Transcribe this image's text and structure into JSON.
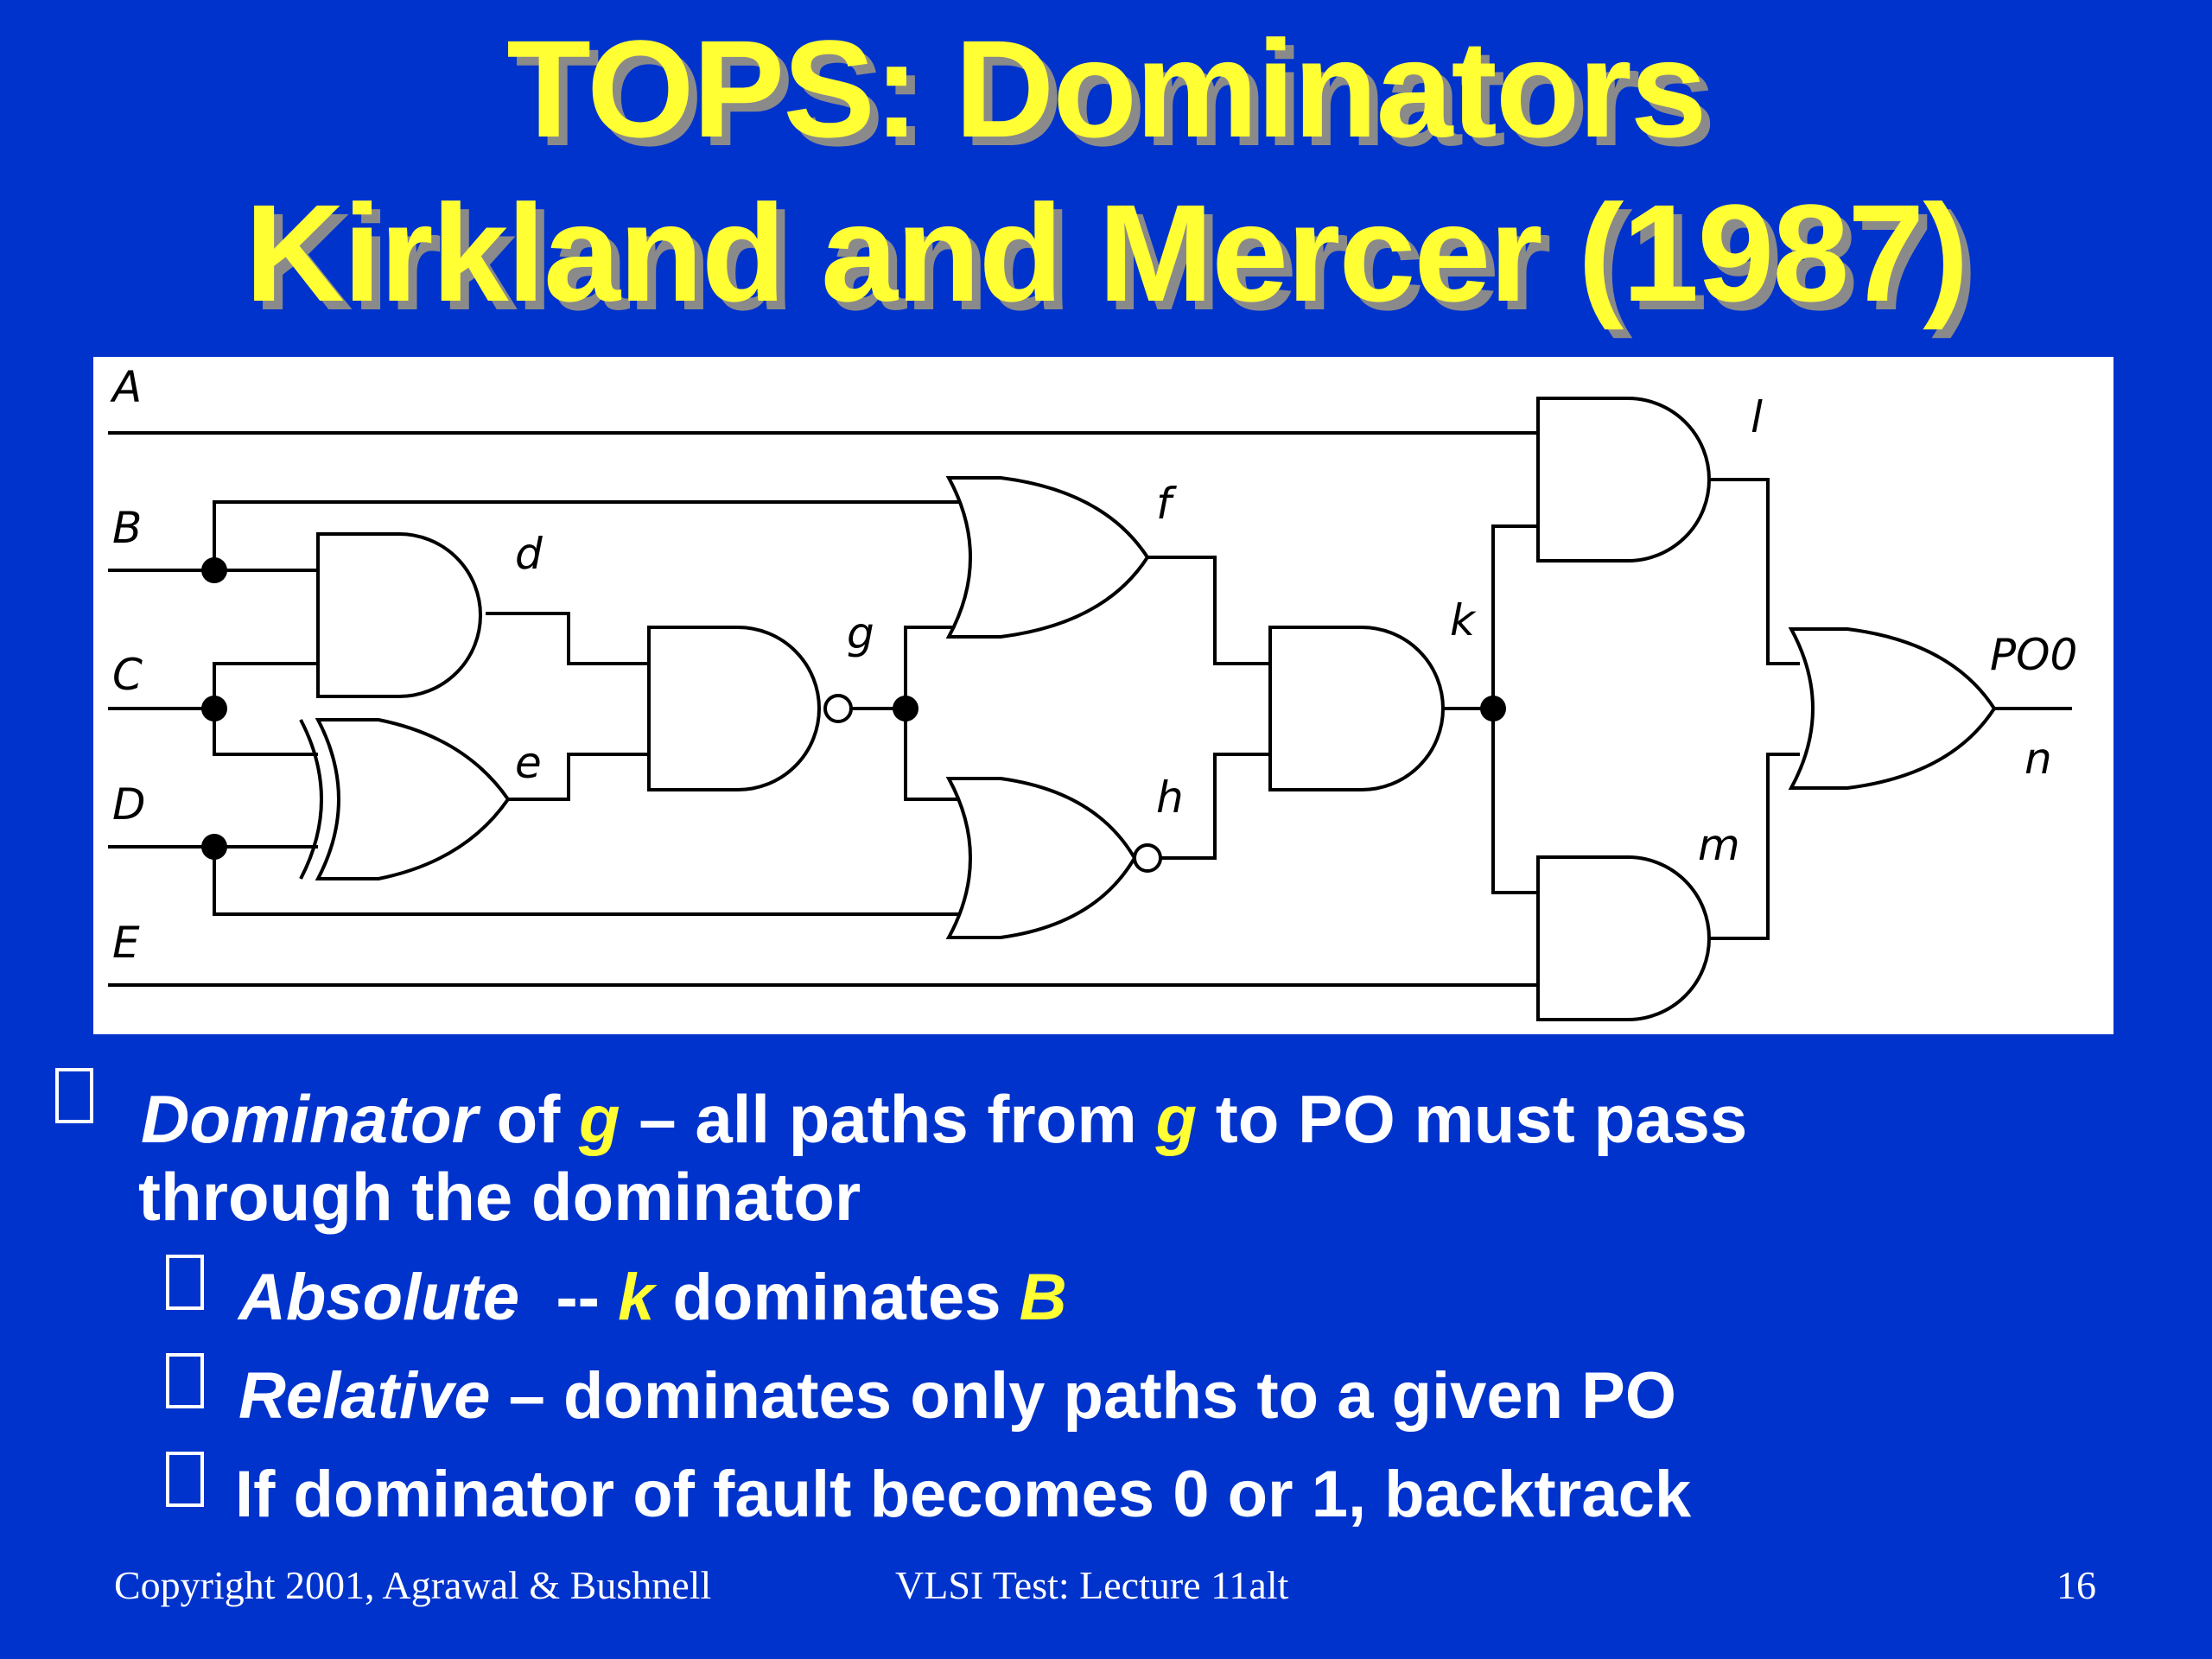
{
  "slide": {
    "title_line1": "TOPS: Dominators",
    "title_line2": "Kirkland and Mercer (1987)",
    "colors": {
      "background": "#0033cc",
      "title": "#ffff33",
      "title_shadow": "#8a8a8a",
      "emphasis": "#ffff33",
      "body_text": "#ffffff"
    }
  },
  "diagram": {
    "labels": {
      "A": "A",
      "B": "B",
      "C": "C",
      "D": "D",
      "E": "E",
      "d": "d",
      "e": "e",
      "f": "f",
      "g": "g",
      "h": "h",
      "k": "k",
      "l": "l",
      "m": "m",
      "po": "PO0",
      "n": "n"
    }
  },
  "bullets": [
    {
      "level": 1,
      "runs": [
        {
          "text": "Dominator",
          "italic": true
        },
        {
          "text": " of "
        },
        {
          "text": "g",
          "italic": true,
          "highlight": true
        },
        {
          "text": " – all paths from "
        },
        {
          "text": "g",
          "italic": true,
          "highlight": true
        },
        {
          "text": " to PO must pass"
        }
      ],
      "continuation": "through the dominator"
    },
    {
      "level": 2,
      "runs": [
        {
          "text": "Absolute",
          "italic": true
        },
        {
          "text": "  -- "
        },
        {
          "text": "k",
          "italic": true,
          "highlight": true
        },
        {
          "text": " dominates "
        },
        {
          "text": "B",
          "italic": true,
          "highlight": true
        }
      ]
    },
    {
      "level": 2,
      "runs": [
        {
          "text": "Relative",
          "italic": true
        },
        {
          "text": " – dominates only paths to a given PO"
        }
      ]
    },
    {
      "level": 2,
      "runs": [
        {
          "text": "If dominator of fault becomes 0 or 1, backtrack"
        }
      ]
    }
  ],
  "footer": {
    "copyright": "Copyright 2001, Agrawal & Bushnell",
    "course": "VLSI Test: Lecture 11alt",
    "page": "16"
  }
}
